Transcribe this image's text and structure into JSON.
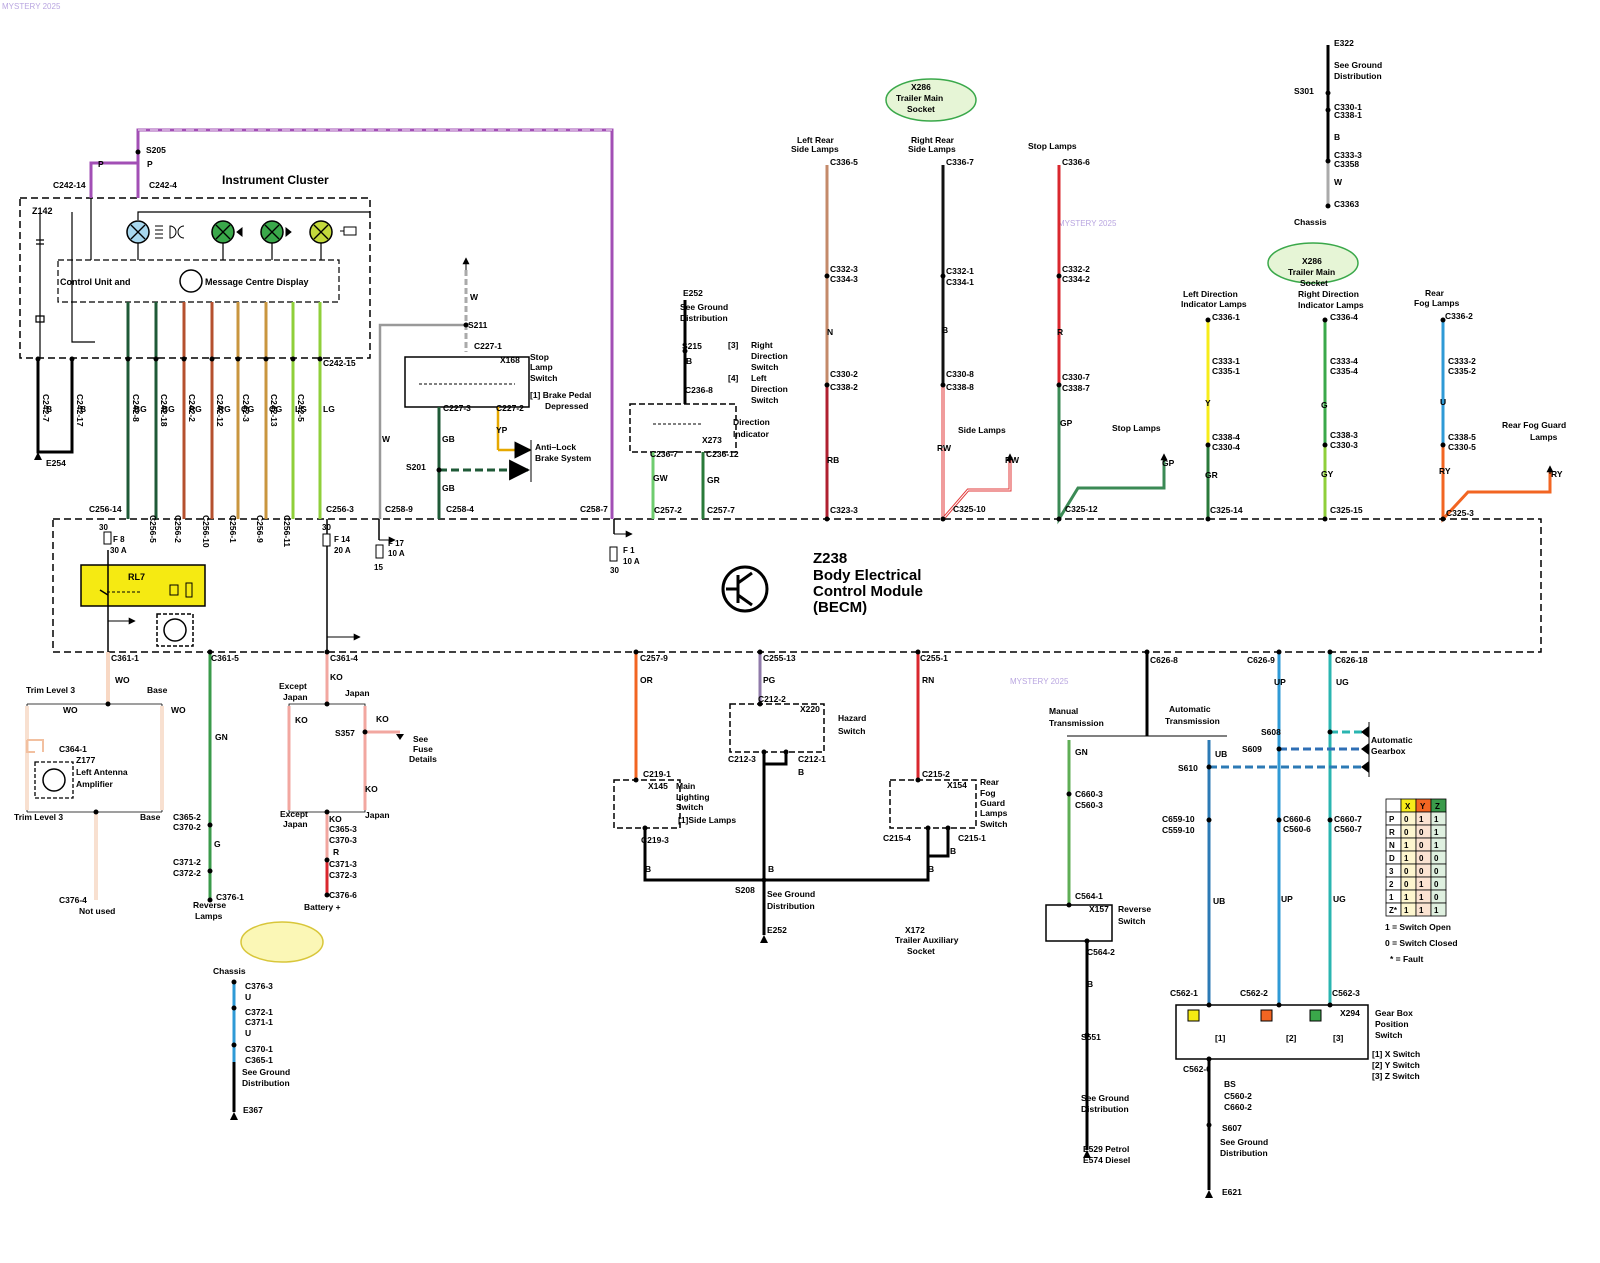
{
  "watermark": "MYSTERY 2025",
  "becm": {
    "code": "Z238",
    "line1": "Body Electrical",
    "line2": "Control Module",
    "line3": "(BECM)"
  },
  "instrument_cluster": {
    "title": "Instrument Cluster",
    "control_unit": "Control Unit and",
    "message_display": "Message Centre Display",
    "z142": "Z142"
  },
  "colors": {
    "purple": "#a24fb5",
    "dark_green": "#1f5a37",
    "green": "#3a9a4a",
    "light_green": "#8fcf3a",
    "brown_red": "#b5502e",
    "olive": "#c9963f",
    "pink": "#f2a7a0",
    "red": "#d9272e",
    "orange": "#f26522",
    "blue": "#2f9ad6",
    "teal": "#2ab5b0",
    "yellow": "#f7ec1a",
    "tan": "#c48a6a",
    "relay_yellow": "#f5ea12",
    "bubble_green": "#e6f5d6",
    "bubble_yellow": "#fbf7b6"
  },
  "fuses": [
    {
      "name": "F 8",
      "rating": "30 A",
      "pin": "30"
    },
    {
      "name": "F 14",
      "rating": "20 A",
      "pin": "30"
    },
    {
      "name": "F 17",
      "rating": "10 A",
      "pin": "15"
    },
    {
      "name": "F 1",
      "rating": "10 A",
      "pin": "30"
    }
  ],
  "relay": "RL7",
  "labels": [
    {
      "t": "P"
    },
    {
      "t": "P"
    },
    {
      "t": "S205"
    },
    {
      "t": "C242-14"
    },
    {
      "t": "C242-4"
    },
    {
      "t": "C242-7"
    },
    {
      "t": "C242-17"
    },
    {
      "t": "C242-8"
    },
    {
      "t": "C242-18"
    },
    {
      "t": "C242-2"
    },
    {
      "t": "C242-12"
    },
    {
      "t": "C242-3"
    },
    {
      "t": "C242-13"
    },
    {
      "t": "C242-5"
    },
    {
      "t": "C242-15"
    },
    {
      "t": "B"
    },
    {
      "t": "B"
    },
    {
      "t": "BG"
    },
    {
      "t": "BG"
    },
    {
      "t": "RG"
    },
    {
      "t": "RG"
    },
    {
      "t": "OG"
    },
    {
      "t": "OG"
    },
    {
      "t": "LG"
    },
    {
      "t": "LG"
    },
    {
      "t": "E254"
    },
    {
      "t": "C256-5"
    },
    {
      "t": "C256-2"
    },
    {
      "t": "C256-10"
    },
    {
      "t": "C256-1"
    },
    {
      "t": "C256-9"
    },
    {
      "t": "C256-11"
    },
    {
      "t": "C256-14"
    },
    {
      "t": "C256-3"
    },
    {
      "t": "C258-9"
    },
    {
      "t": "C258-4"
    },
    {
      "t": "C258-7"
    },
    {
      "t": "W"
    },
    {
      "t": "S211"
    },
    {
      "t": "W"
    },
    {
      "t": "C227-1"
    },
    {
      "t": "X168"
    },
    {
      "t": "Stop"
    },
    {
      "t": "Lamp"
    },
    {
      "t": "Switch"
    },
    {
      "t": "[1] Brake Pedal"
    },
    {
      "t": "Depressed"
    },
    {
      "t": "C227-3"
    },
    {
      "t": "C227-2"
    },
    {
      "t": "GB"
    },
    {
      "t": "YP"
    },
    {
      "t": "S201"
    },
    {
      "t": "GB"
    },
    {
      "t": "Anti–Lock"
    },
    {
      "t": "Brake System"
    },
    {
      "t": "E252"
    },
    {
      "t": "See Ground"
    },
    {
      "t": "Distribution"
    },
    {
      "t": "S215"
    },
    {
      "t": "B"
    },
    {
      "t": "C236-8"
    },
    {
      "t": "[3]"
    },
    {
      "t": "Right"
    },
    {
      "t": "Direction"
    },
    {
      "t": "Switch"
    },
    {
      "t": "[4]"
    },
    {
      "t": "Left"
    },
    {
      "t": "Direction"
    },
    {
      "t": "Switch"
    },
    {
      "t": "Direction"
    },
    {
      "t": "Indicator"
    },
    {
      "t": "X273"
    },
    {
      "t": "C236-7"
    },
    {
      "t": "C236-12"
    },
    {
      "t": "GW"
    },
    {
      "t": "GR"
    },
    {
      "t": "C257-2"
    },
    {
      "t": "C257-7"
    },
    {
      "t": "Left Rear"
    },
    {
      "t": "Side Lamps"
    },
    {
      "t": "C336-5"
    },
    {
      "t": "C332-3"
    },
    {
      "t": "C334-3"
    },
    {
      "t": "N"
    },
    {
      "t": "C330-2"
    },
    {
      "t": "C338-2"
    },
    {
      "t": "RB"
    },
    {
      "t": "C323-3"
    },
    {
      "t": "X286"
    },
    {
      "t": "Trailer Main"
    },
    {
      "t": "Socket"
    },
    {
      "t": "Right Rear"
    },
    {
      "t": "Side Lamps"
    },
    {
      "t": "C336-7"
    },
    {
      "t": "C332-1"
    },
    {
      "t": "C334-1"
    },
    {
      "t": "B"
    },
    {
      "t": "C330-8"
    },
    {
      "t": "C338-8"
    },
    {
      "t": "RW"
    },
    {
      "t": "Side Lamps"
    },
    {
      "t": "RW"
    },
    {
      "t": "C325-10"
    },
    {
      "t": "Stop Lamps"
    },
    {
      "t": "C336-6"
    },
    {
      "t": "C332-2"
    },
    {
      "t": "C334-2"
    },
    {
      "t": "R"
    },
    {
      "t": "C330-7"
    },
    {
      "t": "C338-7"
    },
    {
      "t": "GP"
    },
    {
      "t": "Stop Lamps"
    },
    {
      "t": "GP"
    },
    {
      "t": "C325-12"
    },
    {
      "t": "E322"
    },
    {
      "t": "See Ground"
    },
    {
      "t": "Distribution"
    },
    {
      "t": "S301"
    },
    {
      "t": "C330-1"
    },
    {
      "t": "C338-1"
    },
    {
      "t": "B"
    },
    {
      "t": "C333-3"
    },
    {
      "t": "C3358"
    },
    {
      "t": "W"
    },
    {
      "t": "C3363"
    },
    {
      "t": "Chassis"
    },
    {
      "t": "X286"
    },
    {
      "t": "Trailer Main"
    },
    {
      "t": "Socket"
    },
    {
      "t": "Left Direction"
    },
    {
      "t": "Indicator Lamps"
    },
    {
      "t": "C336-1"
    },
    {
      "t": "C333-1"
    },
    {
      "t": "C335-1"
    },
    {
      "t": "Y"
    },
    {
      "t": "C338-4"
    },
    {
      "t": "C330-4"
    },
    {
      "t": "GR"
    },
    {
      "t": "C325-14"
    },
    {
      "t": "Right Direction"
    },
    {
      "t": "Indicator Lamps"
    },
    {
      "t": "C336-4"
    },
    {
      "t": "C333-4"
    },
    {
      "t": "C335-4"
    },
    {
      "t": "G"
    },
    {
      "t": "C338-3"
    },
    {
      "t": "C330-3"
    },
    {
      "t": "GY"
    },
    {
      "t": "C325-15"
    },
    {
      "t": "Rear"
    },
    {
      "t": "Fog Lamps"
    },
    {
      "t": "C336-2"
    },
    {
      "t": "C333-2"
    },
    {
      "t": "C335-2"
    },
    {
      "t": "U"
    },
    {
      "t": "C338-5"
    },
    {
      "t": "C330-5"
    },
    {
      "t": "RY"
    },
    {
      "t": "Rear Fog Guard"
    },
    {
      "t": "Lamps"
    },
    {
      "t": "RY"
    },
    {
      "t": "C325-3"
    },
    {
      "t": "C361-1"
    },
    {
      "t": "WO"
    },
    {
      "t": "Trim Level 3"
    },
    {
      "t": "Base"
    },
    {
      "t": "WO"
    },
    {
      "t": "WO"
    },
    {
      "t": "C364-1"
    },
    {
      "t": "Z177"
    },
    {
      "t": "Left Antenna"
    },
    {
      "t": "Amplifier"
    },
    {
      "t": "Trim Level 3"
    },
    {
      "t": "Base"
    },
    {
      "t": "C376-4"
    },
    {
      "t": "Not used"
    },
    {
      "t": "C361-5"
    },
    {
      "t": "GN"
    },
    {
      "t": "C365-2"
    },
    {
      "t": "C370-2"
    },
    {
      "t": "G"
    },
    {
      "t": "C371-2"
    },
    {
      "t": "C372-2"
    },
    {
      "t": "C376-1"
    },
    {
      "t": "Reverse"
    },
    {
      "t": "Lamps"
    },
    {
      "t": "X172"
    },
    {
      "t": "Trailer Auxiliary"
    },
    {
      "t": "Socket"
    },
    {
      "t": "Chassis"
    },
    {
      "t": "C376-3"
    },
    {
      "t": "U"
    },
    {
      "t": "C372-1"
    },
    {
      "t": "C371-1"
    },
    {
      "t": "U"
    },
    {
      "t": "C370-1"
    },
    {
      "t": "C365-1"
    },
    {
      "t": "See Ground"
    },
    {
      "t": "Distribution"
    },
    {
      "t": "E367"
    },
    {
      "t": "C361-4"
    },
    {
      "t": "KO"
    },
    {
      "t": "Except"
    },
    {
      "t": "Japan"
    },
    {
      "t": "Japan"
    },
    {
      "t": "KO"
    },
    {
      "t": "KO"
    },
    {
      "t": "S357"
    },
    {
      "t": "See"
    },
    {
      "t": "Fuse"
    },
    {
      "t": "Details"
    },
    {
      "t": "KO"
    },
    {
      "t": "Except"
    },
    {
      "t": "Japan"
    },
    {
      "t": "Japan"
    },
    {
      "t": "KO"
    },
    {
      "t": "C365-3"
    },
    {
      "t": "C370-3"
    },
    {
      "t": "R"
    },
    {
      "t": "C371-3"
    },
    {
      "t": "C372-3"
    },
    {
      "t": "C376-6"
    },
    {
      "t": "Battery +"
    },
    {
      "t": "C257-9"
    },
    {
      "t": "OR"
    },
    {
      "t": "C219-1"
    },
    {
      "t": "X145"
    },
    {
      "t": "Main"
    },
    {
      "t": "Lighting"
    },
    {
      "t": "Switch"
    },
    {
      "t": "[1]Side Lamps"
    },
    {
      "t": "C219-3"
    },
    {
      "t": "B"
    },
    {
      "t": "C255-13"
    },
    {
      "t": "PG"
    },
    {
      "t": "C212-2"
    },
    {
      "t": "X220"
    },
    {
      "t": "Hazard"
    },
    {
      "t": "Switch"
    },
    {
      "t": "C212-3"
    },
    {
      "t": "C212-1"
    },
    {
      "t": "B"
    },
    {
      "t": "B"
    },
    {
      "t": "S208"
    },
    {
      "t": "See Ground"
    },
    {
      "t": "Distribution"
    },
    {
      "t": "E252"
    },
    {
      "t": "C255-1"
    },
    {
      "t": "RN"
    },
    {
      "t": "C215-2"
    },
    {
      "t": "X154"
    },
    {
      "t": "Rear"
    },
    {
      "t": "Fog"
    },
    {
      "t": "Guard"
    },
    {
      "t": "Lamps"
    },
    {
      "t": "Switch"
    },
    {
      "t": "C215-4"
    },
    {
      "t": "C215-1"
    },
    {
      "t": "B"
    },
    {
      "t": "B"
    },
    {
      "t": "C626-8"
    },
    {
      "t": "Manual"
    },
    {
      "t": "Transmission"
    },
    {
      "t": "Automatic"
    },
    {
      "t": "Transmission"
    },
    {
      "t": "GN"
    },
    {
      "t": "C660-3"
    },
    {
      "t": "C560-3"
    },
    {
      "t": "C564-1"
    },
    {
      "t": "X157"
    },
    {
      "t": "Reverse"
    },
    {
      "t": "Switch"
    },
    {
      "t": "C564-2"
    },
    {
      "t": "B"
    },
    {
      "t": "S551"
    },
    {
      "t": "See Ground"
    },
    {
      "t": "Distribution"
    },
    {
      "t": "E529  Petrol"
    },
    {
      "t": "E574  Diesel"
    },
    {
      "t": "C626-9"
    },
    {
      "t": "C626-18"
    },
    {
      "t": "UP"
    },
    {
      "t": "UG"
    },
    {
      "t": "S608"
    },
    {
      "t": "S609"
    },
    {
      "t": "S610"
    },
    {
      "t": "UB"
    },
    {
      "t": "Automatic"
    },
    {
      "t": "Gearbox"
    },
    {
      "t": "C659-10"
    },
    {
      "t": "C559-10"
    },
    {
      "t": "C660-6"
    },
    {
      "t": "C560-6"
    },
    {
      "t": "C660-7"
    },
    {
      "t": "C560-7"
    },
    {
      "t": "UB"
    },
    {
      "t": "UP"
    },
    {
      "t": "UG"
    },
    {
      "t": "C562-1"
    },
    {
      "t": "C562-2"
    },
    {
      "t": "C562-3"
    },
    {
      "t": "X294"
    },
    {
      "t": "Gear Box"
    },
    {
      "t": "Position"
    },
    {
      "t": "Switch"
    },
    {
      "t": "[1]"
    },
    {
      "t": "[2]"
    },
    {
      "t": "[3]"
    },
    {
      "t": "[1]    X Switch"
    },
    {
      "t": "[2]    Y Switch"
    },
    {
      "t": "[3]    Z Switch"
    },
    {
      "t": "C562-6"
    },
    {
      "t": "BS"
    },
    {
      "t": "C560-2"
    },
    {
      "t": "C660-2"
    },
    {
      "t": "S607"
    },
    {
      "t": "See Ground"
    },
    {
      "t": "Distribution"
    },
    {
      "t": "E621"
    },
    {
      "t": "1 =  Switch Open"
    },
    {
      "t": "0 =  Switch Closed"
    },
    {
      "t": "* =   Fault"
    },
    {
      "t": "Instrument Cluster"
    }
  ],
  "gear_table": {
    "headers": [
      "",
      "X",
      "Y",
      "Z"
    ],
    "rows": [
      [
        "P",
        "0",
        "1",
        "1"
      ],
      [
        "R",
        "0",
        "0",
        "1"
      ],
      [
        "N",
        "1",
        "0",
        "1"
      ],
      [
        "D",
        "1",
        "0",
        "0"
      ],
      [
        "3",
        "0",
        "0",
        "0"
      ],
      [
        "2",
        "0",
        "1",
        "0"
      ],
      [
        "1",
        "1",
        "1",
        "0"
      ],
      [
        "Z*",
        "1",
        "1",
        "1"
      ]
    ]
  }
}
